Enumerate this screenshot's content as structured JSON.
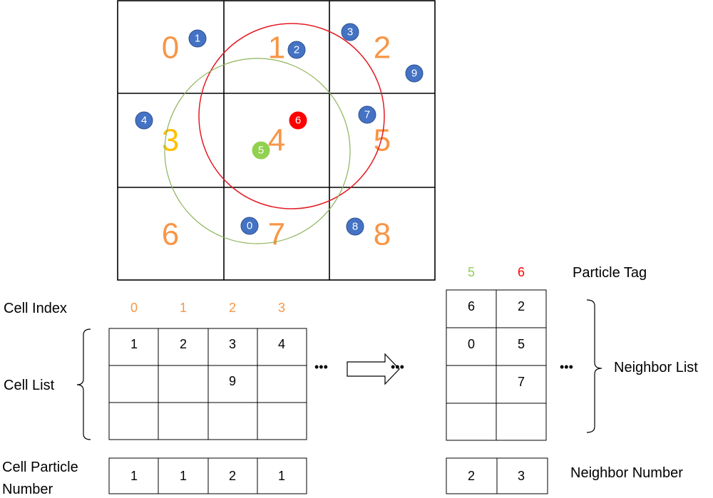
{
  "grid": {
    "cell_numbers": [
      "0",
      "1",
      "2",
      "3",
      "4",
      "5",
      "6",
      "7",
      "8"
    ],
    "cell_number_colors": [
      "#f79646",
      "#f79646",
      "#f79646",
      "#ffc000",
      "#f79646",
      "#f79646",
      "#f79646",
      "#f79646",
      "#f79646"
    ],
    "particles": [
      {
        "label": "1",
        "color": "#4472c4"
      },
      {
        "label": "2",
        "color": "#4472c4"
      },
      {
        "label": "3",
        "color": "#4472c4"
      },
      {
        "label": "9",
        "color": "#4472c4"
      },
      {
        "label": "4",
        "color": "#4472c4"
      },
      {
        "label": "7",
        "color": "#4472c4"
      },
      {
        "label": "6",
        "color": "#ff0000"
      },
      {
        "label": "5",
        "color": "#92d050"
      },
      {
        "label": "0",
        "color": "#4472c4"
      },
      {
        "label": "8",
        "color": "#4472c4"
      }
    ],
    "circle_colors": {
      "red": "#e31b23",
      "green": "#8db35a"
    }
  },
  "cell_index": {
    "label": "Cell Index",
    "values": [
      "0",
      "1",
      "2",
      "3"
    ]
  },
  "cell_list": {
    "label": "Cell List",
    "rows": [
      [
        "1",
        "2",
        "3",
        "4"
      ],
      [
        "",
        "",
        "9",
        ""
      ],
      [
        "",
        "",
        "",
        ""
      ]
    ]
  },
  "cell_particle_number": {
    "label_line1": "Cell Particle",
    "label_line2": "Number",
    "values": [
      "1",
      "1",
      "2",
      "1"
    ]
  },
  "ellipsis": "•••",
  "particle_tag": {
    "label": "Particle Tag",
    "values": [
      "5",
      "6"
    ],
    "colors": [
      "#92d050",
      "#ff0000"
    ]
  },
  "neighbor_list": {
    "label": "Neighbor List",
    "rows": [
      [
        "6",
        "2"
      ],
      [
        "0",
        "5"
      ],
      [
        "",
        "7"
      ],
      [
        "",
        ""
      ]
    ]
  },
  "neighbor_number": {
    "label": "Neighbor Number",
    "values": [
      "2",
      "3"
    ]
  }
}
